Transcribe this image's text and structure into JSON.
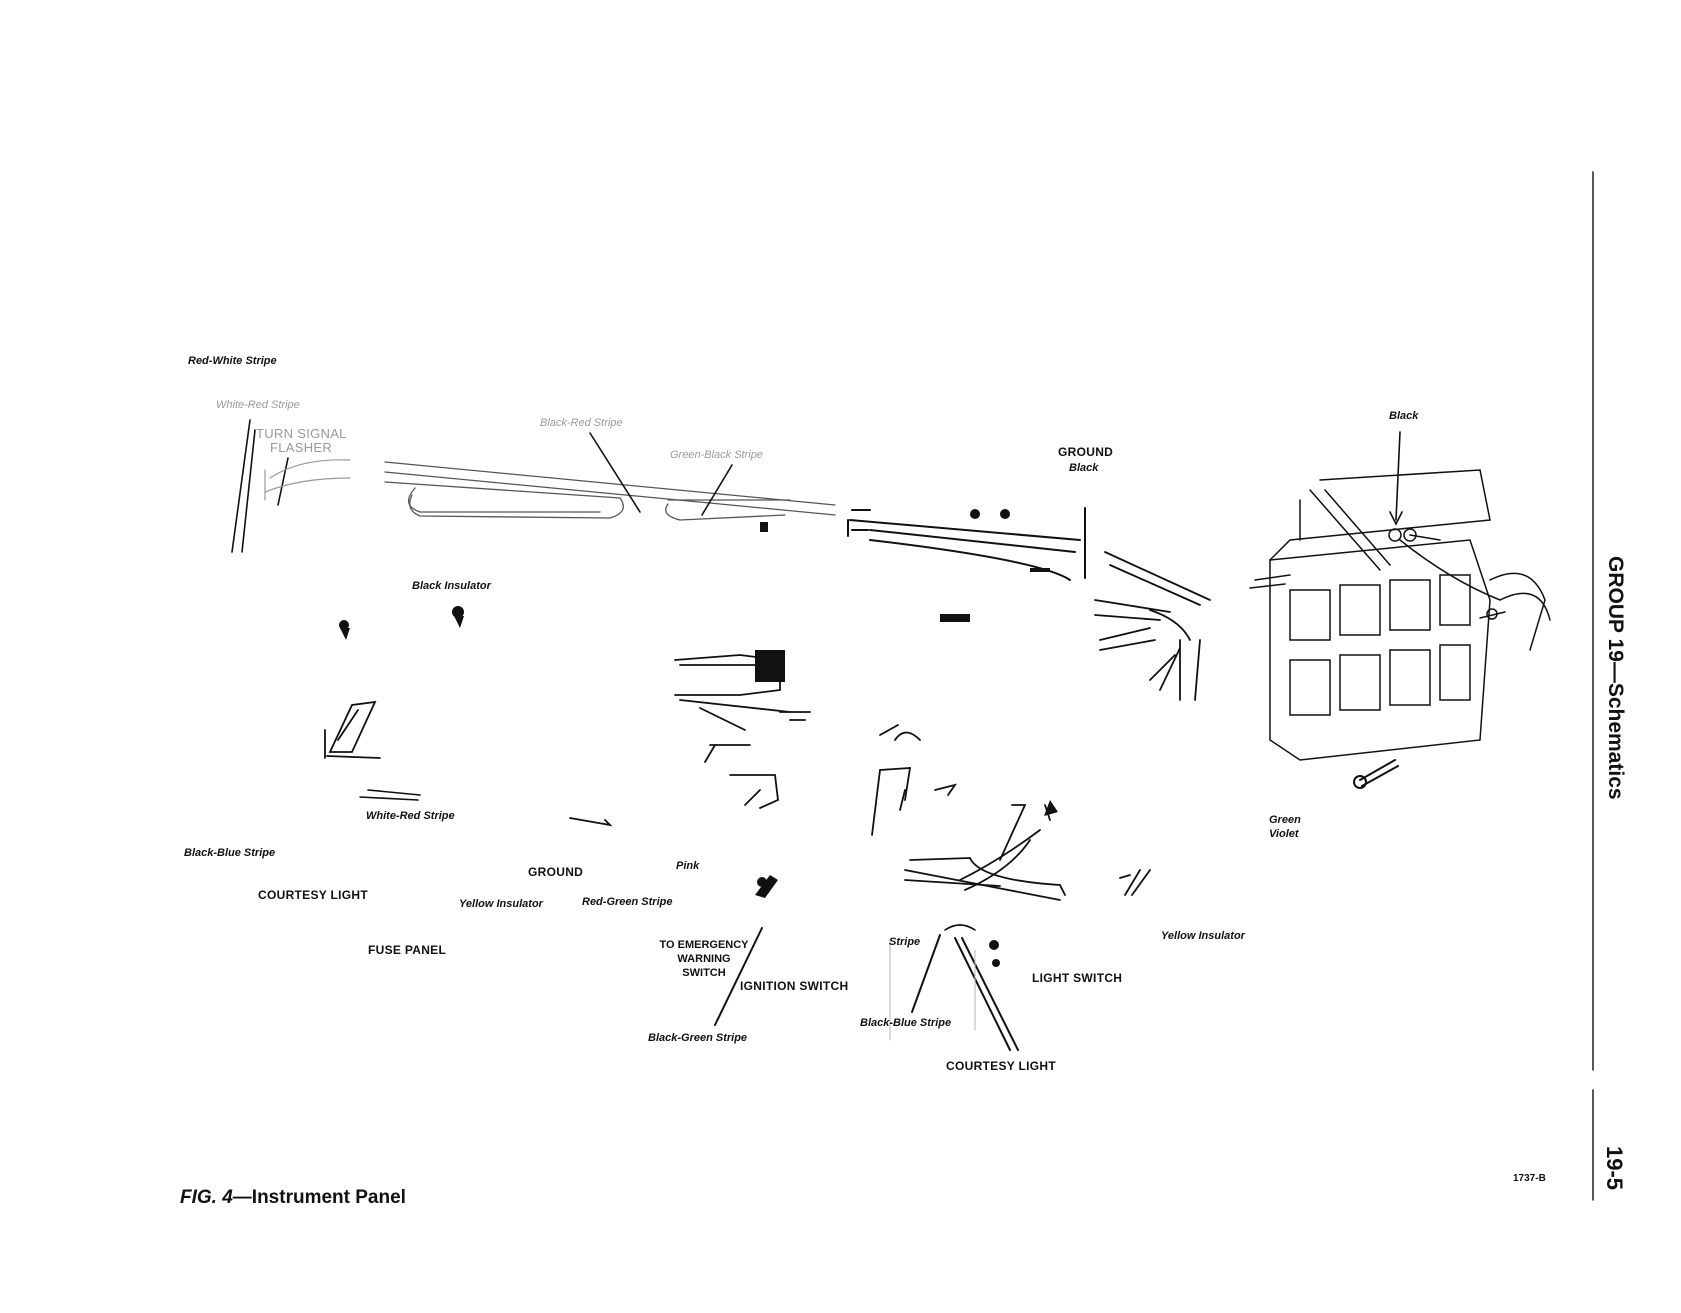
{
  "header": {
    "group_title": "GROUP 19—Schematics",
    "page_number": "19-5"
  },
  "figure": {
    "caption_prefix": "FIG. 4",
    "caption_text": "—Instrument Panel",
    "code": "1737-B"
  },
  "labels": {
    "red_white_stripe": "Red-White Stripe",
    "white_red_stripe_top": "White-Red Stripe",
    "turn_signal_flasher_1": "TURN SIGNAL",
    "turn_signal_flasher_2": "FLASHER",
    "black_red_stripe": "Black-Red Stripe",
    "green_black_stripe": "Green-Black Stripe",
    "ground_top": "GROUND",
    "black_top": "Black",
    "black_right": "Black",
    "black_insulator": "Black Insulator",
    "white_red_stripe_bottom": "White-Red Stripe",
    "black_blue_stripe_left": "Black-Blue Stripe",
    "ground_bottom": "GROUND",
    "pink": "Pink",
    "courtesy_light_left": "COURTESY LIGHT",
    "yellow_insulator_left": "Yellow Insulator",
    "red_green_stripe": "Red-Green Stripe",
    "fuse_panel": "FUSE PANEL",
    "to_emergency_1": "TO EMERGENCY",
    "to_emergency_2": "WARNING",
    "to_emergency_3": "SWITCH",
    "ignition_switch": "IGNITION SWITCH",
    "black_green_stripe": "Black-Green Stripe",
    "stripe": "Stripe",
    "black_blue_stripe_bottom": "Black-Blue Stripe",
    "courtesy_light_bottom": "COURTESY LIGHT",
    "light_switch": "LIGHT SWITCH",
    "yellow_insulator_right": "Yellow Insulator",
    "green": "Green",
    "violet": "Violet"
  },
  "colors": {
    "ink": "#111111",
    "faded": "#9a9a9a"
  }
}
